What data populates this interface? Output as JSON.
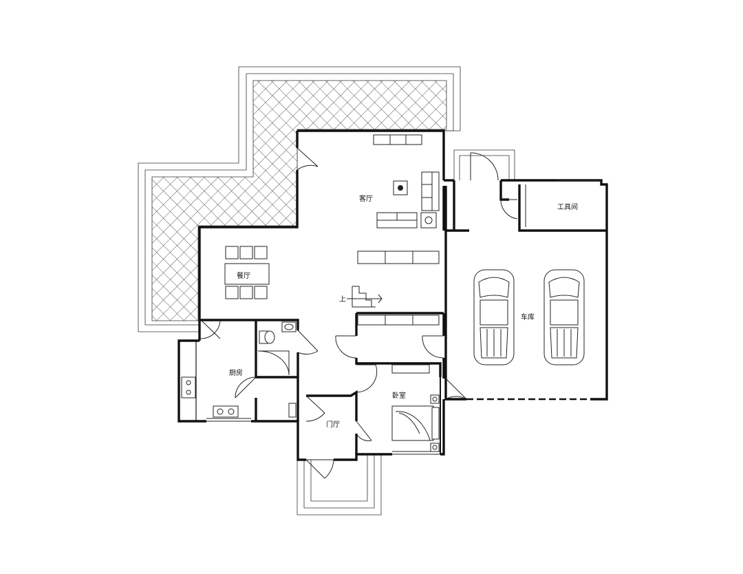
{
  "rooms": {
    "living_room": "客厅",
    "dining_room": "餐厅",
    "kitchen": "厨房",
    "bedroom": "卧室",
    "foyer": "门厅",
    "garage": "车库",
    "tool_room": "工具间"
  },
  "stair": {
    "up_label": "上"
  }
}
